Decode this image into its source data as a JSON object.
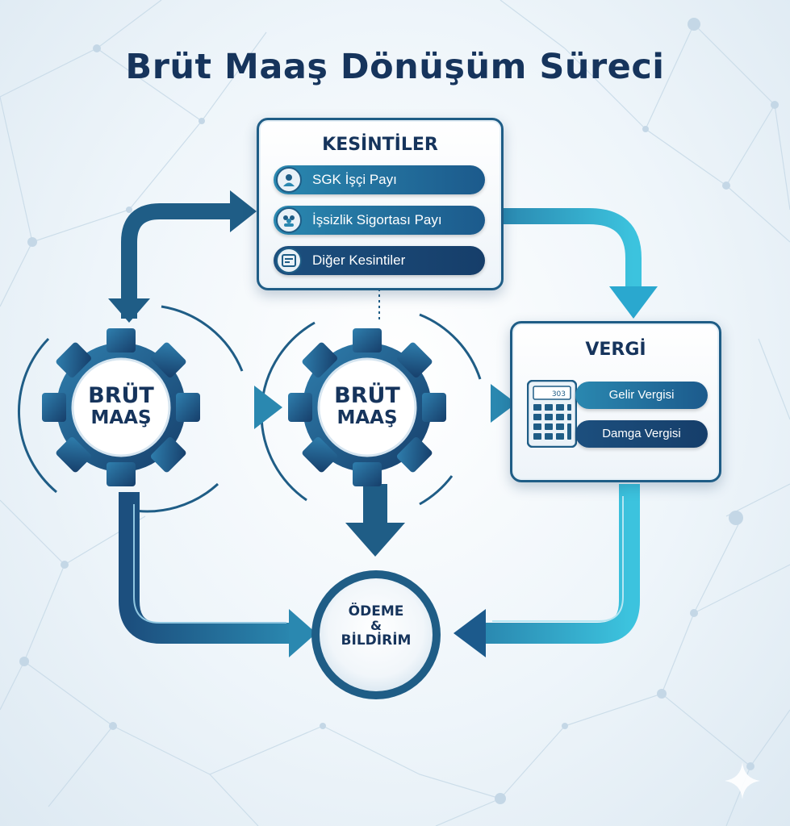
{
  "title": "Brüt Maaş Dönüşüm Süreci",
  "kesintiler": {
    "title": "KESİNTİLER",
    "items": [
      {
        "label": "SGK İşçi Payı",
        "icon": "worker-icon"
      },
      {
        "label": "İşsizlik Sigortası Payı",
        "icon": "group-icon"
      },
      {
        "label": "Diğer Kesintiler",
        "icon": "document-icon"
      }
    ]
  },
  "vergi": {
    "title": "VERGİ",
    "calculator_display": "303",
    "items": [
      {
        "label": "Gelir Vergisi"
      },
      {
        "label": "Damga Vergisi"
      }
    ]
  },
  "gears": [
    {
      "line1": "BRÜT",
      "line2": "MAAŞ"
    },
    {
      "line1": "BRÜT",
      "line2": "MAAŞ"
    }
  ],
  "odeme": {
    "line1": "ÖDEME",
    "line2": "&",
    "line3": "BİLDİRİM"
  },
  "colors": {
    "navy": "#16345c",
    "blue": "#1f5d86",
    "teal": "#2aa8cf",
    "cyan": "#3cc3de"
  }
}
